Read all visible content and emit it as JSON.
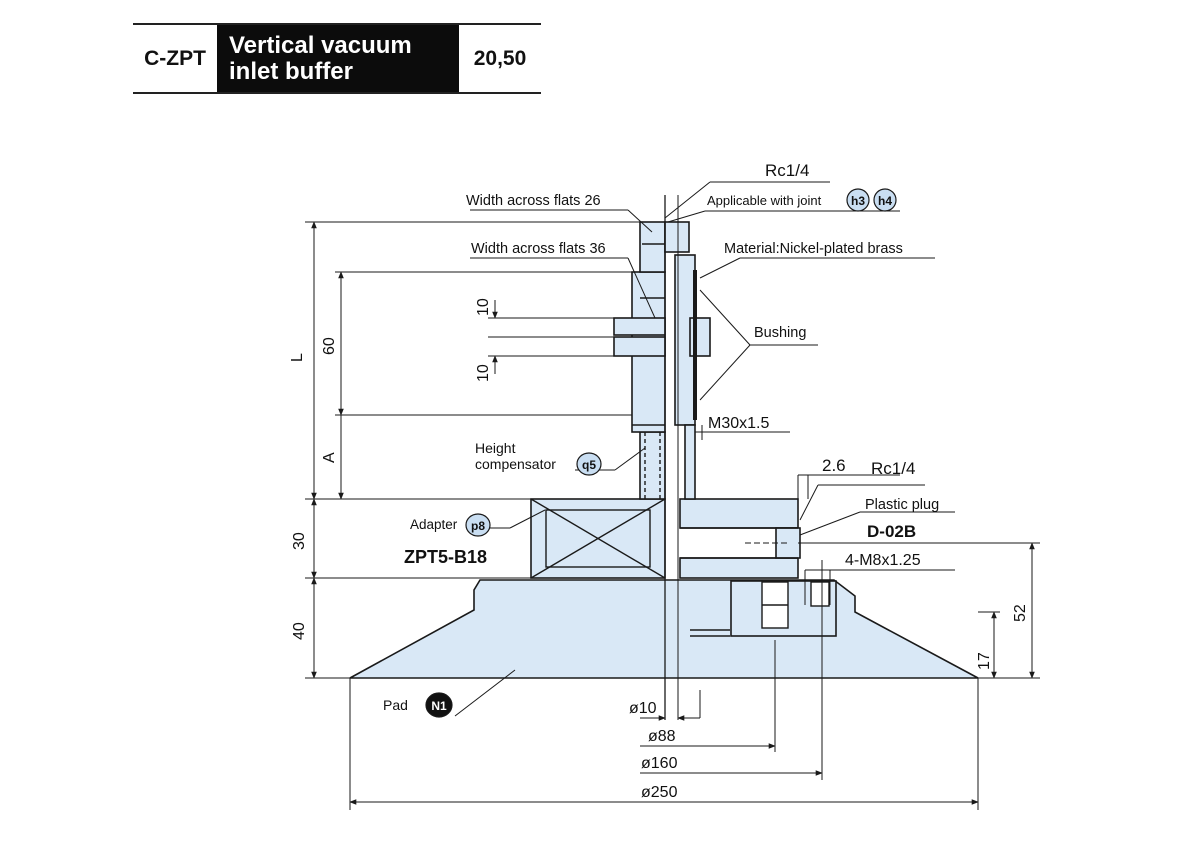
{
  "header": {
    "code": "C-ZPT",
    "title_line1": "Vertical vacuum",
    "title_line2": "inlet buffer",
    "number": "20,50"
  },
  "colors": {
    "part_fill": "#d9e8f6",
    "line": "#1a1a1a",
    "badge_fill": "#c9def2",
    "badge_dark": "#111111"
  },
  "labels": {
    "rc14_top": "Rc1/4",
    "joint_text": "Applicable with joint",
    "joint_badge1": "h3",
    "joint_badge2": "h4",
    "flats26": "Width across flats 26",
    "flats36": "Width across flats 36",
    "material": "Material:Nickel-plated brass",
    "bushing": "Bushing",
    "thread_m30": "M30x1.5",
    "height_comp1": "Height",
    "height_comp2": "compensator",
    "height_badge": "q5",
    "adapter": "Adapter",
    "adapter_badge": "p8",
    "adapter_model": "ZPT5-B18",
    "dim_2_6": "2.6",
    "rc14_side": "Rc1/4",
    "plastic_plug": "Plastic plug",
    "plug_model": "D-02B",
    "bolts": "4-M8x1.25",
    "pad": "Pad",
    "pad_badge": "N1"
  },
  "dims": {
    "L": "L",
    "d60": "60",
    "A": "A",
    "d10a": "10",
    "d10b": "10",
    "d30": "30",
    "d40": "40",
    "d52": "52",
    "d17": "17",
    "phi10": "ø10",
    "phi88": "ø88",
    "phi160": "ø160",
    "phi250": "ø250"
  }
}
